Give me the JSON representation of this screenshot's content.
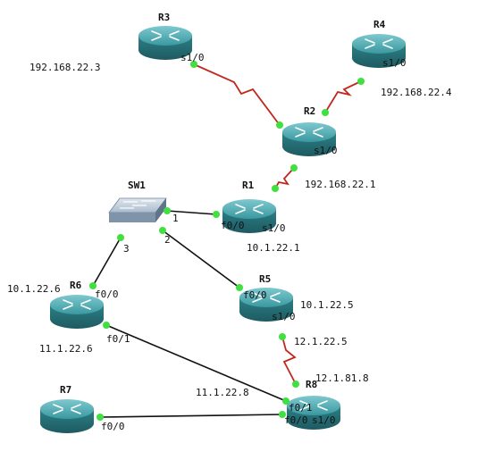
{
  "devices": {
    "R1": {
      "name": "R1"
    },
    "R2": {
      "name": "R2"
    },
    "R3": {
      "name": "R3"
    },
    "R4": {
      "name": "R4"
    },
    "R5": {
      "name": "R5"
    },
    "R6": {
      "name": "R6"
    },
    "R7": {
      "name": "R7"
    },
    "R8": {
      "name": "R8"
    },
    "SW1": {
      "name": "SW1"
    }
  },
  "labels": {
    "r3_s10": "s1/0",
    "r3_ip": "192.168.22.3",
    "r4_s10": "s1/0",
    "r4_ip": "192.168.22.4",
    "r2_s10": "s1/0",
    "r2_ip": "192.168.22.1",
    "r1_f00": "f0/0",
    "r1_s10": "s1/0",
    "r1_ip": "10.1.22.1",
    "sw_p1": "1",
    "sw_p2": "2",
    "sw_p3": "3",
    "r6_ip_f00": "10.1.22.6",
    "r6_f00": "f0/0",
    "r6_f01": "f0/1",
    "r6_ip_f01": "11.1.22.6",
    "r5_f00": "f0/0",
    "r5_ip_f00": "10.1.22.5",
    "r5_s10": "s1/0",
    "r5_ip_s10": "12.1.22.5",
    "r8_ip_s10": "12.1.81.8",
    "r8_ip_f01": "11.1.22.8",
    "r8_f01": "f0/1",
    "r8_f00": "f0/0",
    "r8_s10": "s1/0",
    "r7_f00": "f0/0"
  },
  "colors": {
    "serial_link": "#c0281e",
    "ethernet_link": "#111111",
    "port_dot": "#3fe03f",
    "router_body": "#2f8a92",
    "switch_body": "#8fa4b8"
  },
  "icons": {
    "router": "router-icon",
    "switch": "switch-icon"
  }
}
